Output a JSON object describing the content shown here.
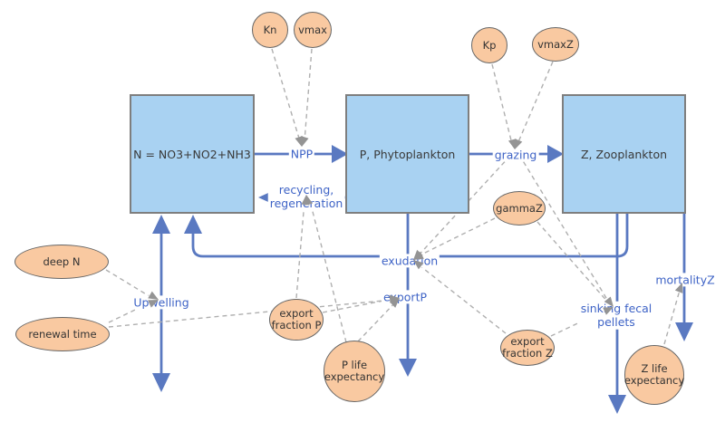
{
  "title": "NPZ nutrient-phytoplankton-zooplankton stock-and-flow model diagram",
  "stocks": {
    "n": {
      "label": "N = NO3+NO2+NH3"
    },
    "p": {
      "label": "P, Phytoplankton"
    },
    "z": {
      "label": "Z, Zooplankton"
    }
  },
  "flows": {
    "npp": {
      "label": "NPP",
      "from": "N",
      "to": "P"
    },
    "grazing": {
      "label": "grazing",
      "from": "P",
      "to": "Z"
    },
    "recycling": {
      "label": "recycling,\nregeneration",
      "from": "P",
      "to": "N"
    },
    "upwelling": {
      "label": "Upwelling",
      "from": "outside",
      "to": "N"
    },
    "exudation": {
      "label": "exudation",
      "from": "Z",
      "to": "N"
    },
    "export_p": {
      "label": "exportP",
      "from": "P",
      "to": "outside"
    },
    "sinking_fecal_pellets": {
      "label": "sinking fecal\npellets",
      "from": "Z",
      "to": "outside"
    },
    "mortality_z": {
      "label": "mortalityZ",
      "from": "Z",
      "to": "outside"
    }
  },
  "parameters": {
    "kn": {
      "label": "Kn"
    },
    "vmax": {
      "label": "vmax"
    },
    "kp": {
      "label": "Kp"
    },
    "vmax_z": {
      "label": "vmaxZ"
    },
    "gamma_z": {
      "label": "gammaZ"
    },
    "deep_n": {
      "label": "deep N"
    },
    "renewal_time": {
      "label": "renewal time"
    },
    "export_fraction_p": {
      "label": "export\nfraction P"
    },
    "p_life_expectancy": {
      "label": "P life\nexpectancy"
    },
    "export_fraction_z": {
      "label": "export\nfraction Z"
    },
    "z_life_expectancy": {
      "label": "Z life\nexpectancy"
    }
  },
  "influences": [
    {
      "from": "Kn",
      "to": "NPP"
    },
    {
      "from": "vmax",
      "to": "NPP"
    },
    {
      "from": "Kp",
      "to": "grazing"
    },
    {
      "from": "vmaxZ",
      "to": "grazing"
    },
    {
      "from": "gammaZ",
      "to": "exudation"
    },
    {
      "from": "grazing",
      "to": "exudation"
    },
    {
      "from": "export fraction Z",
      "to": "exudation"
    },
    {
      "from": "gammaZ",
      "to": "sinking fecal pellets"
    },
    {
      "from": "grazing",
      "to": "sinking fecal pellets"
    },
    {
      "from": "export fraction Z",
      "to": "sinking fecal pellets"
    },
    {
      "from": "export fraction P",
      "to": "recycling, regeneration"
    },
    {
      "from": "P life expectancy",
      "to": "recycling, regeneration"
    },
    {
      "from": "export fraction P",
      "to": "exportP"
    },
    {
      "from": "P life expectancy",
      "to": "exportP"
    },
    {
      "from": "renewal time",
      "to": "exportP"
    },
    {
      "from": "renewal time",
      "to": "Upwelling"
    },
    {
      "from": "deep N",
      "to": "Upwelling"
    },
    {
      "from": "Z life expectancy",
      "to": "mortalityZ"
    }
  ],
  "colors": {
    "stock_fill": "#A9D2F2",
    "stock_border": "#7E7E7E",
    "param_fill": "#F9C9A1",
    "param_border": "#666666",
    "flow_line": "#5A79C1",
    "flow_label": "#3E63C6",
    "connector": "#AFAFAF",
    "valve_arrow": "#949494",
    "text": "#3A3A3A"
  }
}
